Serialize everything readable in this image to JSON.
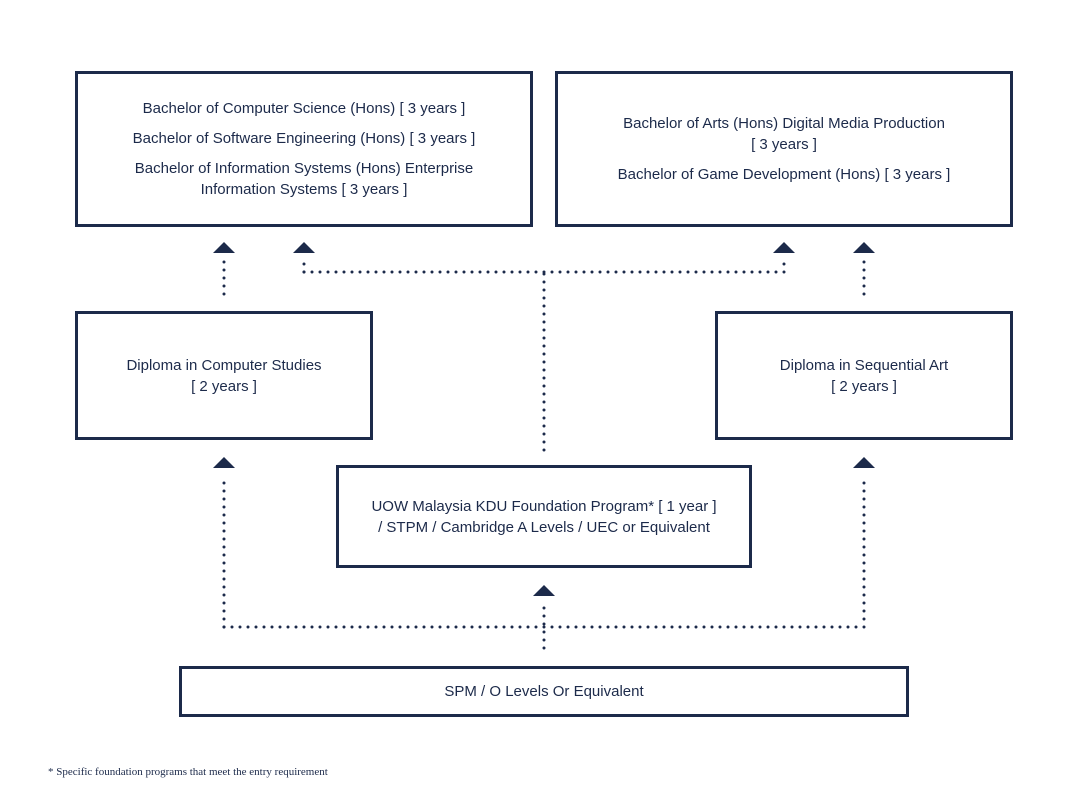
{
  "degrees_cs": {
    "lines": [
      "Bachelor of Computer Science (Hons) [ 3 years ]",
      "Bachelor of Software Engineering (Hons) [ 3 years ]",
      "Bachelor of Information Systems (Hons) Enterprise",
      "Information Systems [ 3 years ]"
    ]
  },
  "degrees_media": {
    "lines": [
      "Bachelor of Arts (Hons) Digital Media Production",
      "[ 3 years ]",
      "Bachelor of Game Development (Hons) [ 3 years ]"
    ]
  },
  "diploma_computer": {
    "lines": [
      "Diploma in Computer Studies",
      "[ 2 years ]"
    ]
  },
  "diploma_art": {
    "lines": [
      "Diploma in Sequential Art",
      "[ 2 years ]"
    ]
  },
  "foundation": {
    "lines": [
      "UOW Malaysia KDU Foundation Program* [ 1 year ]",
      "/ STPM / Cambridge A Levels / UEC or Equivalent"
    ]
  },
  "entry": {
    "lines": [
      "SPM / O Levels Or Equivalent"
    ]
  },
  "footnote": "* Specific foundation programs that meet the entry requirement",
  "colors": {
    "navy": "#1c2a4a",
    "background": "#ffffff"
  }
}
